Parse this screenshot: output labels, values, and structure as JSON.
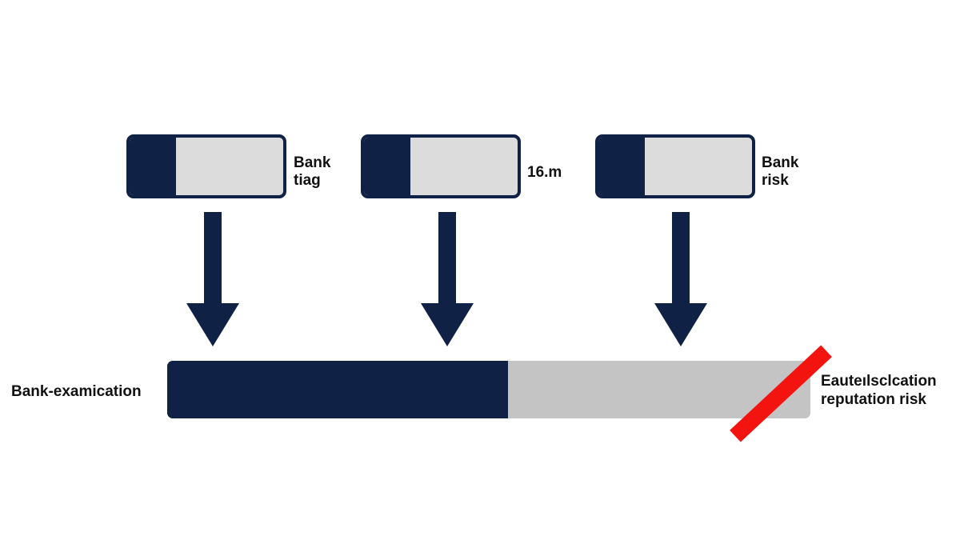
{
  "colors": {
    "navy": "#0f2145",
    "light_fill": "#dcdcdc",
    "bar_grey": "#c4c4c4",
    "red_slash": "#f4140f"
  },
  "gauges": [
    {
      "label": "Bank\ntiag",
      "level": 0.3
    },
    {
      "label": "16.m",
      "level": 0.3
    },
    {
      "label": "Bank\nrisk",
      "level": 0.3
    }
  ],
  "main_bar": {
    "left_label": "Bank-examication",
    "right_label": "Eauteılsclcation\nreputation risk",
    "level": 0.53,
    "crossed_out": true
  }
}
